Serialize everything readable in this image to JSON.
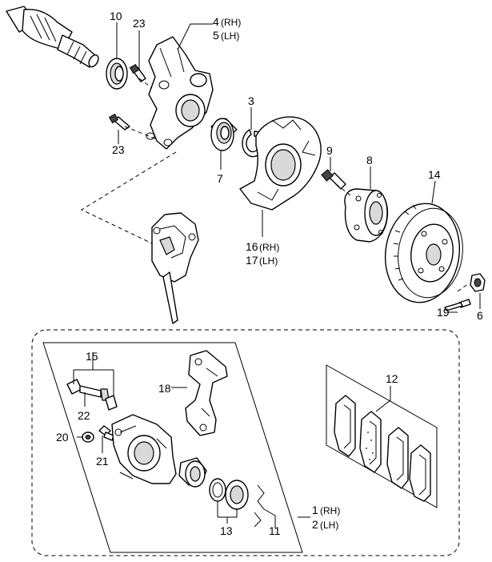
{
  "callouts": {
    "c1": "1",
    "c1_side": "(RH)",
    "c2": "2",
    "c2_side": "(LH)",
    "c3": "3",
    "c4": "4",
    "c4_side": "(RH)",
    "c5": "5",
    "c5_side": "(LH)",
    "c6": "6",
    "c7": "7",
    "c8": "8",
    "c9": "9",
    "c10": "10",
    "c11": "11",
    "c12": "12",
    "c13": "13",
    "c14": "14",
    "c15": "15",
    "c16": "16",
    "c16_side": "(RH)",
    "c17": "17",
    "c17_side": "(LH)",
    "c18": "18",
    "c19": "19",
    "c20": "20",
    "c21": "21",
    "c22": "22",
    "c23a": "23",
    "c23b": "23"
  }
}
